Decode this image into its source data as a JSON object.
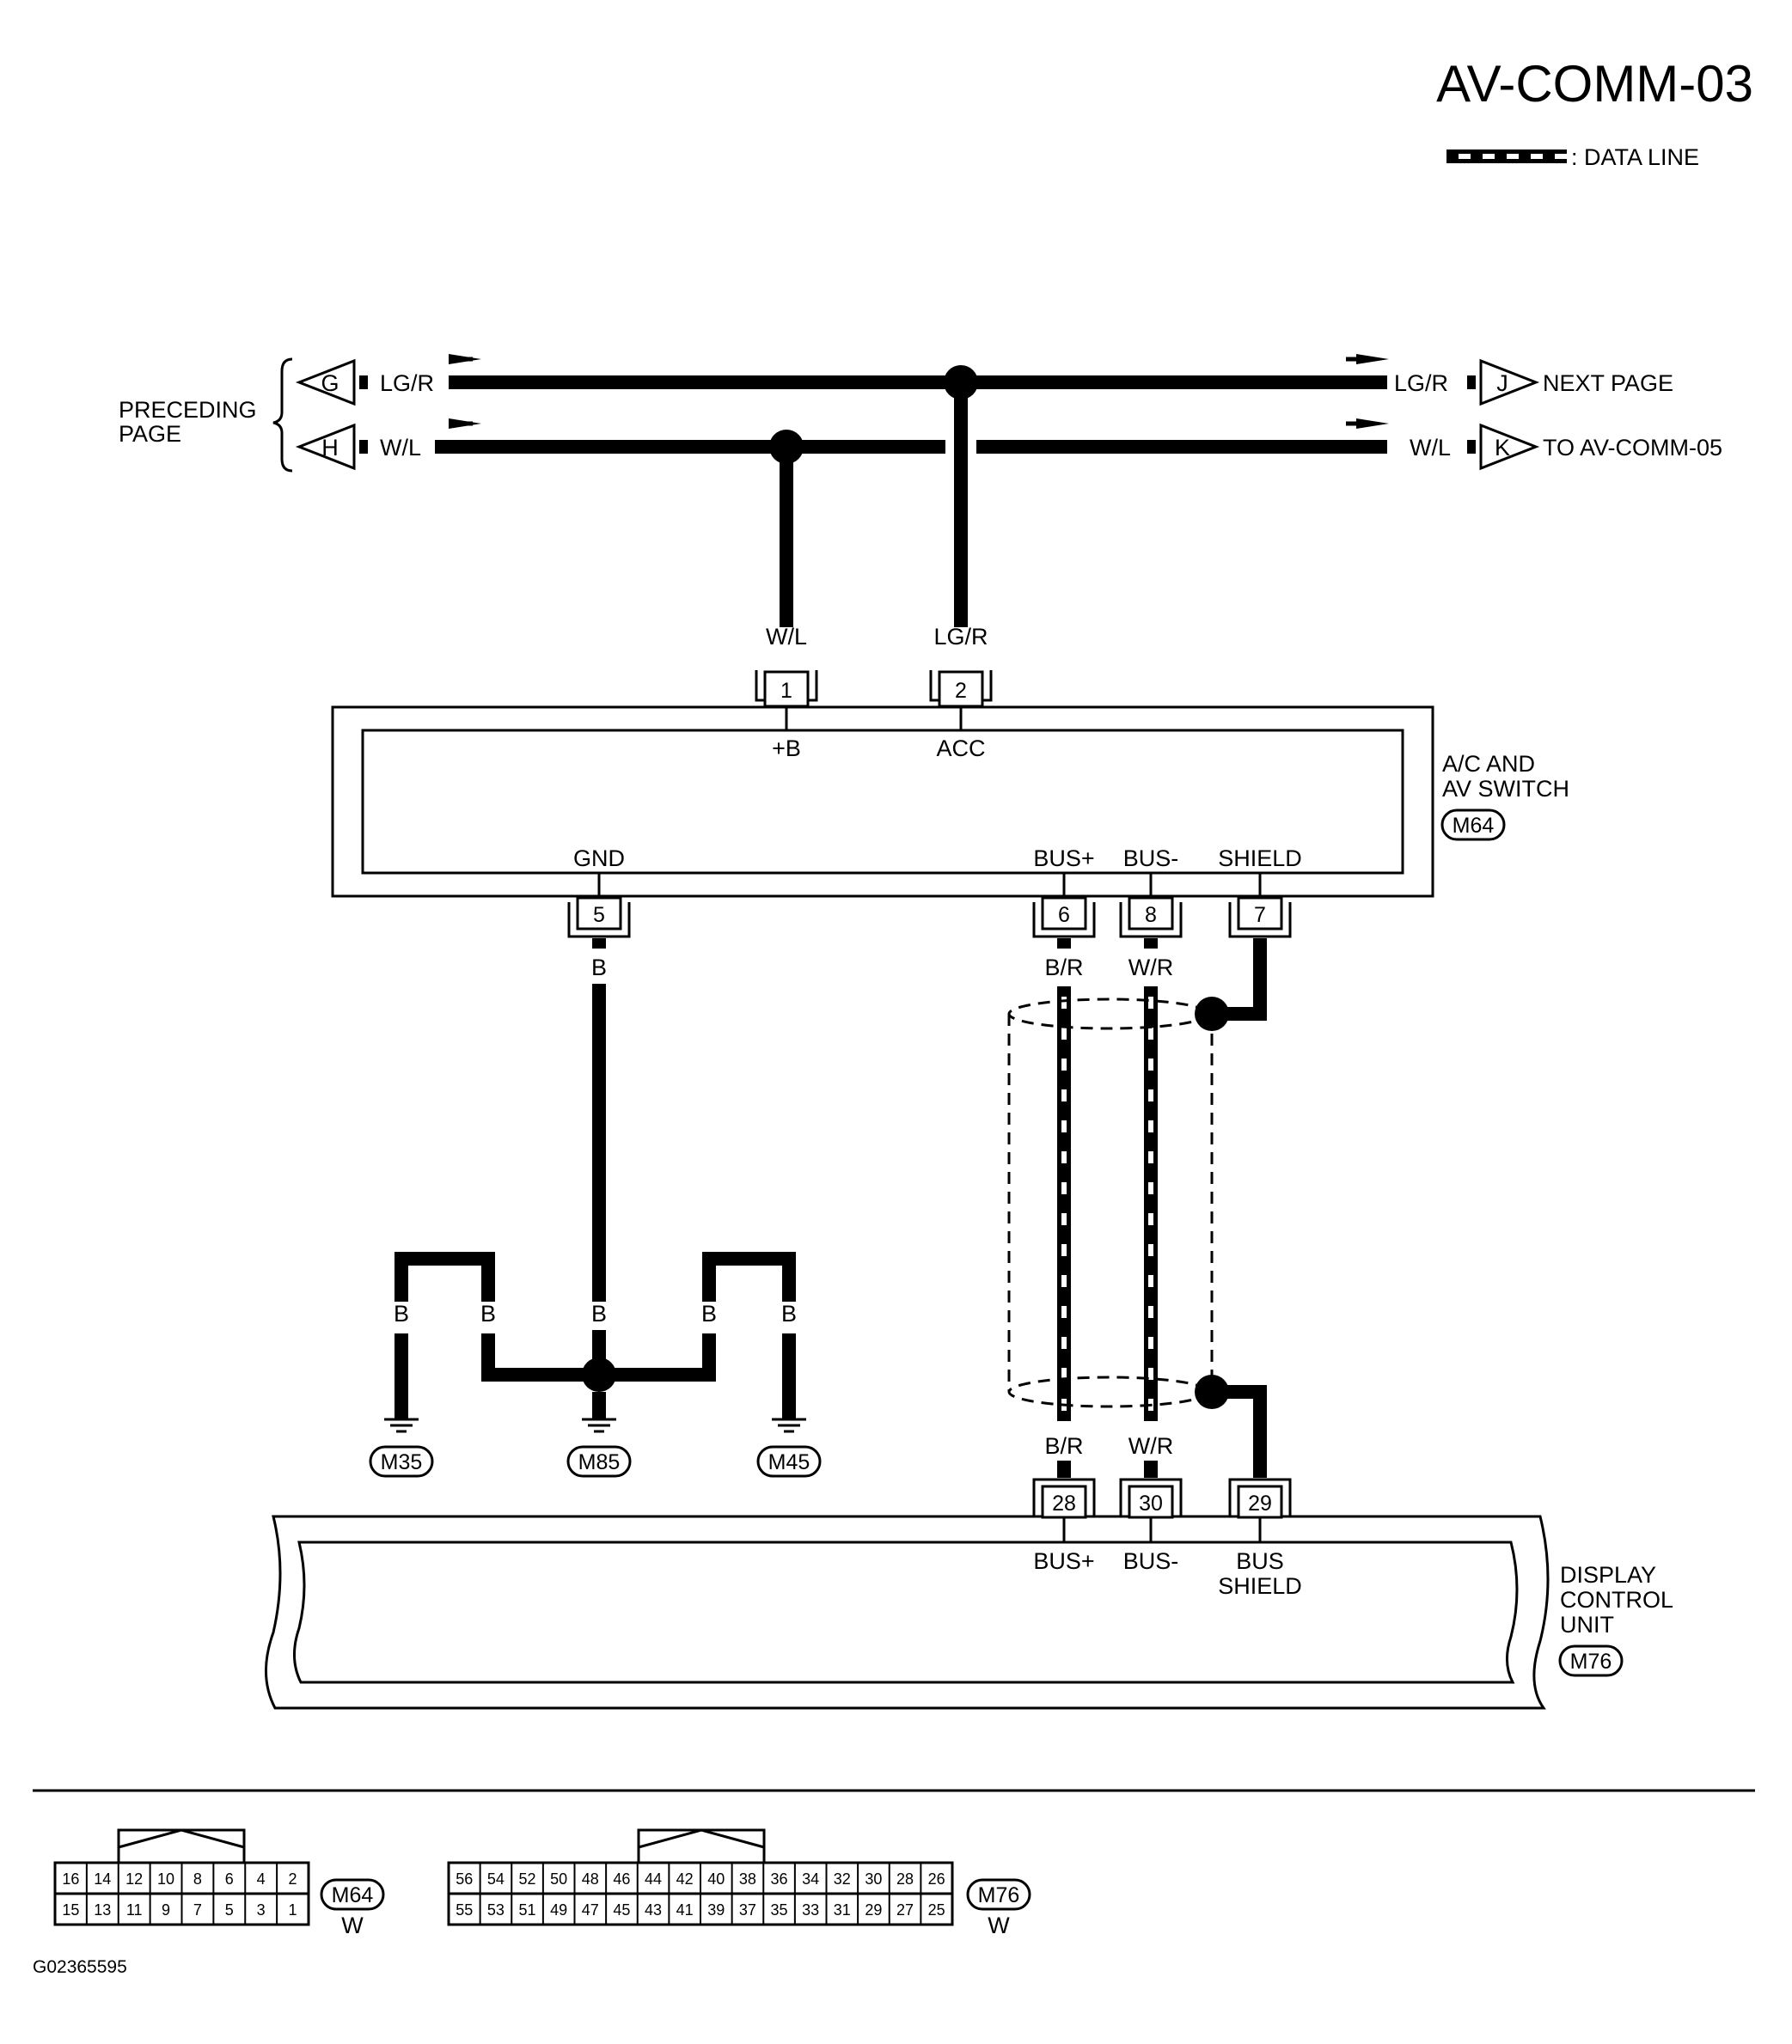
{
  "header": {
    "title": "AV-COMM-03",
    "legend_label": ": DATA LINE"
  },
  "connectors_off_page": {
    "preceding_page_line1": "PRECEDING",
    "preceding_page_line2": "PAGE",
    "g": "G",
    "h": "H",
    "j": "J",
    "k": "K",
    "next_page": "NEXT PAGE",
    "to_av_comm_05": "TO AV-COMM-05"
  },
  "wires": {
    "lgr": "LG/R",
    "wl": "W/L",
    "b": "B",
    "br": "B/R",
    "wr": "W/R"
  },
  "av_switch": {
    "name_line1": "A/C AND",
    "name_line2": "AV SWITCH",
    "connector": "M64",
    "pins": {
      "p1": "1",
      "p2": "2",
      "p5": "5",
      "p6": "6",
      "p8": "8",
      "p7": "7"
    },
    "terminals": {
      "plus_b": "+B",
      "acc": "ACC",
      "gnd": "GND",
      "bus_plus": "BUS+",
      "bus_minus": "BUS-",
      "shield": "SHIELD"
    }
  },
  "grounds": {
    "m35": "M35",
    "m85": "M85",
    "m45": "M45"
  },
  "display_unit": {
    "name_line1": "DISPLAY",
    "name_line2": "CONTROL",
    "name_line3": "UNIT",
    "connector": "M76",
    "pins": {
      "p28": "28",
      "p30": "30",
      "p29": "29"
    },
    "terminals": {
      "bus_plus": "BUS+",
      "bus_minus": "BUS-",
      "bus_shield_line1": "BUS",
      "bus_shield_line2": "SHIELD"
    }
  },
  "connector_views": {
    "m64": {
      "label": "M64",
      "color": "W",
      "top_row": [
        "16",
        "14",
        "12",
        "10",
        "8",
        "6",
        "4",
        "2"
      ],
      "bottom_row": [
        "15",
        "13",
        "11",
        "9",
        "7",
        "5",
        "3",
        "1"
      ]
    },
    "m76": {
      "label": "M76",
      "color": "W",
      "top_row": [
        "56",
        "54",
        "52",
        "50",
        "48",
        "46",
        "44",
        "42",
        "40",
        "38",
        "36",
        "34",
        "32",
        "30",
        "28",
        "26"
      ],
      "bottom_row": [
        "55",
        "53",
        "51",
        "49",
        "47",
        "45",
        "43",
        "41",
        "39",
        "37",
        "35",
        "33",
        "31",
        "29",
        "27",
        "25"
      ]
    }
  },
  "figure_id": "G02365595"
}
